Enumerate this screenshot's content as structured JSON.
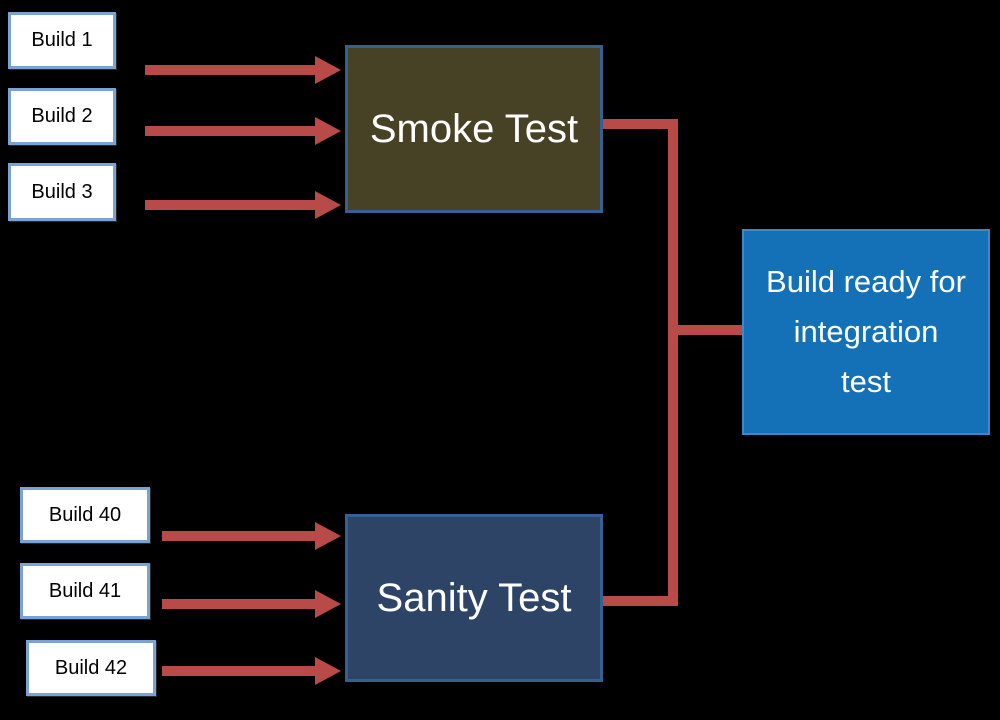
{
  "diagram": {
    "builds_top": [
      "Build 1",
      "Build 2",
      "Build 3"
    ],
    "builds_bottom": [
      "Build 40",
      "Build 41",
      "Build 42"
    ],
    "smoke_label": "Smoke Test",
    "sanity_label": "Sanity Test",
    "result_label": "Build ready for integration test",
    "result_lines": [
      "Build ready for",
      "integration",
      "test"
    ],
    "colors": {
      "background": "#000000",
      "arrow": "#b84b47",
      "build_fill": "#ffffff",
      "build_border": "#7aa3d4",
      "smoke_fill": "#474226",
      "sanity_fill": "#2e4466",
      "test_box_border": "#366092",
      "result_fill": "#1471b8",
      "text_light": "#ffffff",
      "text_dark": "#000000"
    }
  }
}
